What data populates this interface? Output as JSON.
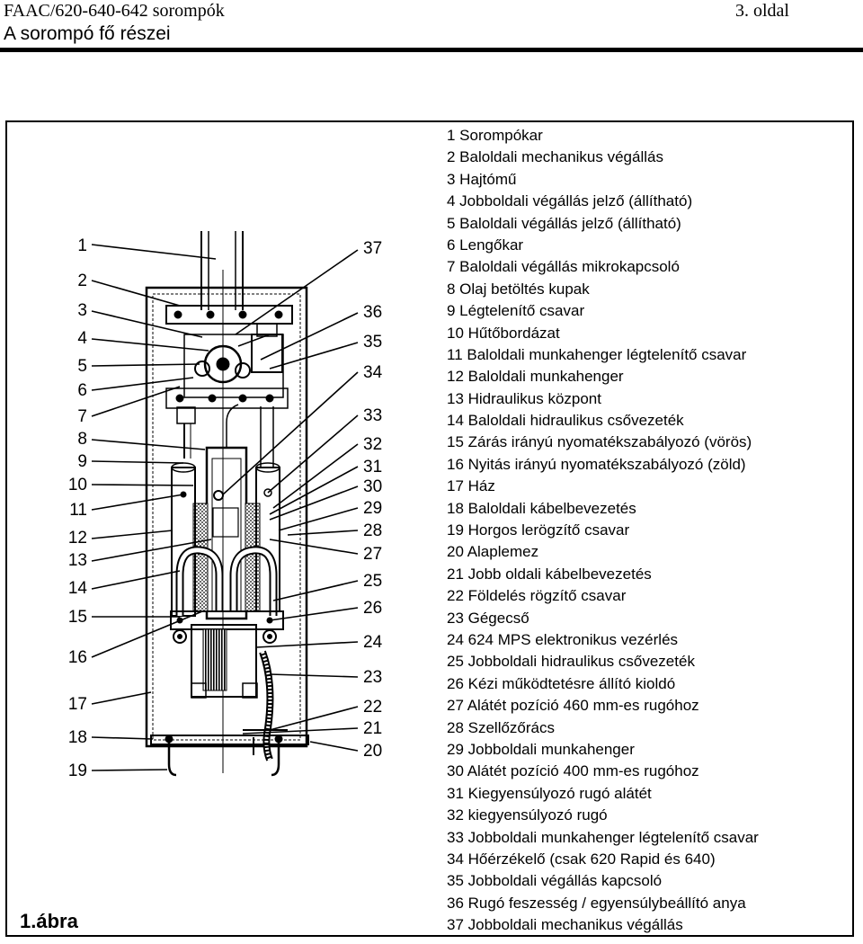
{
  "header": {
    "doc_title": "FAAC/620-640-642 sorompók",
    "page": "3. oldal",
    "section": "A sorompó fő részei"
  },
  "figure": {
    "label": "1.ábra",
    "callouts_left": [
      "1",
      "2",
      "3",
      "4",
      "5",
      "6",
      "7",
      "8",
      "9",
      "10",
      "11",
      "12",
      "13",
      "14",
      "15",
      "16",
      "17",
      "18",
      "19"
    ],
    "callouts_right": [
      "37",
      "36",
      "35",
      "34",
      "33",
      "32",
      "31",
      "30",
      "29",
      "28",
      "27",
      "25",
      "26",
      "24",
      "23",
      "22",
      "21",
      "20"
    ]
  },
  "legend": [
    "1 Sorompókar",
    "2 Baloldali mechanikus végállás",
    "3 Hajtómű",
    "4 Jobboldali végállás jelző (állítható)",
    "5 Baloldali végállás jelző (állítható)",
    "6 Lengőkar",
    "7 Baloldali végállás mikrokapcsoló",
    "8 Olaj betöltés kupak",
    "9 Légtelenítő csavar",
    "10 Hűtőbordázat",
    "11 Baloldali munkahenger légtelenítő csavar",
    "12 Baloldali munkahenger",
    "13 Hidraulikus központ",
    "14 Baloldali hidraulikus csővezeték",
    "15 Zárás irányú nyomatékszabályozó (vörös)",
    "16 Nyitás irányú nyomatékszabályozó (zöld)",
    "17 Ház",
    "18 Baloldali kábelbevezetés",
    "19 Horgos lerögzítő csavar",
    "20 Alaplemez",
    "21 Jobb oldali kábelbevezetés",
    "22 Földelés rögzítő csavar",
    "23 Gégecső",
    "24 624 MPS elektronikus vezérlés",
    "25 Jobboldali hidraulikus csővezeték",
    "26 Kézi működtetésre állító kioldó",
    "27 Alátét pozíció 460 mm-es rugóhoz",
    "28 Szellőzőrács",
    "29 Jobboldali munkahenger",
    "30 Alátét pozíció 400 mm-es rugóhoz",
    "31 Kiegyensúlyozó rugó alátét",
    "32 kiegyensúlyozó rugó",
    "33 Jobboldali munkahenger légtelenítő csavar",
    "34 Hőérzékelő (csak 620 Rapid és 640)",
    "35 Jobboldali végállás kapcsoló",
    "36 Rugó feszesség / egyensúlybeállító anya",
    "37 Jobboldali mechanikus végállás"
  ]
}
